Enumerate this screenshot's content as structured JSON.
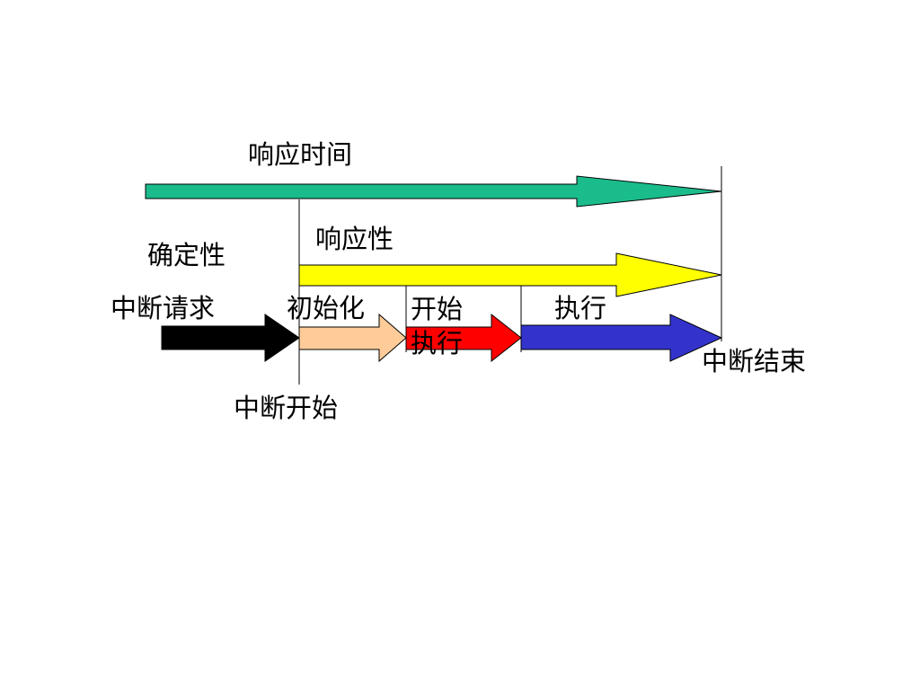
{
  "diagram": {
    "labels": {
      "response_time": "响应时间",
      "determinism": "确定性",
      "responsiveness": "响应性",
      "interrupt_request": "中断请求",
      "initialize": "初始化",
      "start_exec_line1": "开始",
      "start_exec_line2": "执行",
      "execute": "执行",
      "interrupt_end": "中断结束",
      "interrupt_start": "中断开始"
    },
    "arrows": [
      {
        "name": "response-time-arrow",
        "color": "#1ABC8C"
      },
      {
        "name": "responsiveness-arrow",
        "color": "#FFFF00"
      },
      {
        "name": "interrupt-request-arrow",
        "color": "#000000"
      },
      {
        "name": "initialize-arrow",
        "color": "#FFCC99"
      },
      {
        "name": "start-exec-arrow",
        "color": "#FF0000"
      },
      {
        "name": "execute-arrow",
        "color": "#3333CC"
      }
    ]
  }
}
